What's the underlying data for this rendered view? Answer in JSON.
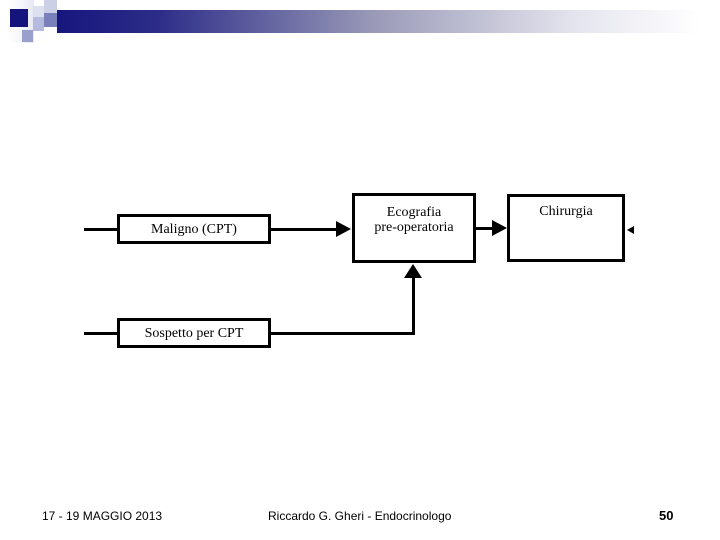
{
  "diagram": {
    "boxes": {
      "maligno": {
        "label": "Maligno (CPT)"
      },
      "ecografia": {
        "label_line1": "Ecografia",
        "label_line2": "pre-operatoria"
      },
      "chirurgia": {
        "label": "Chirurgia"
      },
      "sospetto": {
        "label": "Sospetto per CPT"
      }
    },
    "connections": [
      {
        "from": "slide-left-edge",
        "to": "maligno",
        "type": "line"
      },
      {
        "from": "maligno",
        "to": "ecografia",
        "type": "arrow"
      },
      {
        "from": "ecografia",
        "to": "chirurgia",
        "type": "arrow"
      },
      {
        "from": "slide-left-edge",
        "to": "sospetto",
        "type": "line"
      },
      {
        "from": "sospetto",
        "to": "ecografia-bottom",
        "type": "arrow"
      },
      {
        "from": "right-of-chirurgia",
        "to": "chirurgia",
        "type": "small-left-arrowhead"
      }
    ]
  },
  "footer": {
    "date": "17 - 19 MAGGIO 2013",
    "author": "Riccardo G. Gheri - Endocrinologo",
    "page_number": "50"
  },
  "colors": {
    "background": "#ffffff",
    "accent_navy": "#14147c",
    "bar_mid": "#9a9ab8",
    "deco_light": "#ccd0e6",
    "deco_lavender": "#b6badc",
    "deco_purple": "#9aa0cc",
    "deco_medium": "#7a80ba",
    "line_black": "#000000"
  }
}
